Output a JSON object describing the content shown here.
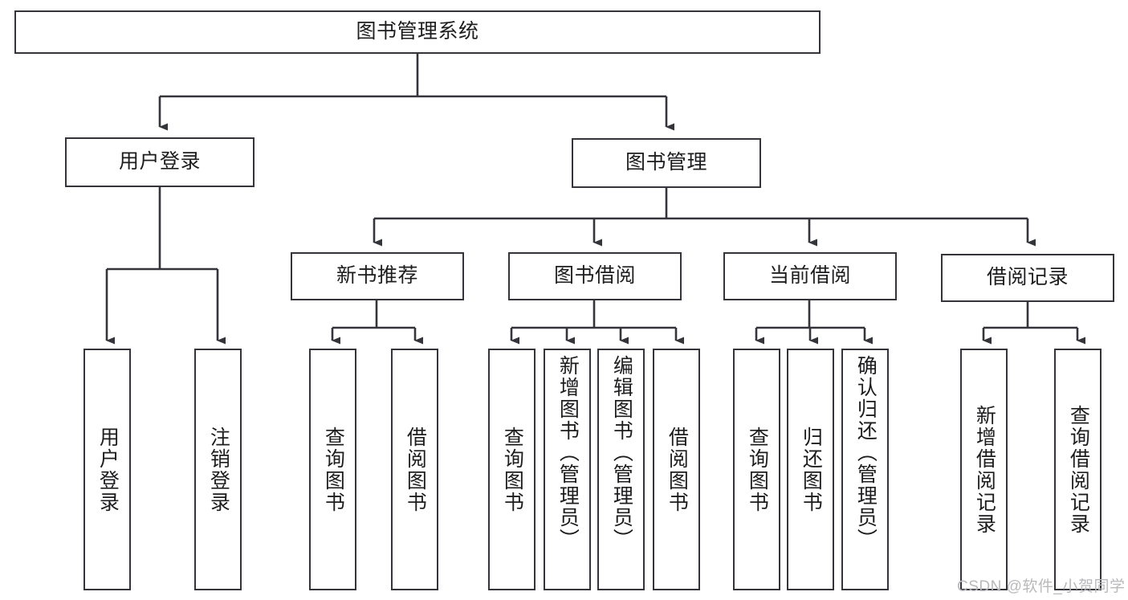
{
  "diagram": {
    "title": "图书管理系统",
    "type": "tree-hierarchy",
    "root": {
      "label": "图书管理系统"
    },
    "level2": [
      {
        "label": "用户登录"
      },
      {
        "label": "图书管理"
      }
    ],
    "level3": [
      {
        "label": "新书推荐"
      },
      {
        "label": "图书借阅"
      },
      {
        "label": "当前借阅"
      },
      {
        "label": "借阅记录"
      }
    ],
    "leaves": {
      "user_login": [
        {
          "label": "用户登录"
        },
        {
          "label": "注销登录"
        }
      ],
      "new_book_recommend": [
        {
          "label": "查询图书"
        },
        {
          "label": "借阅图书"
        }
      ],
      "book_borrow": [
        {
          "label": "查询图书"
        },
        {
          "label": "新增图书（管理员）"
        },
        {
          "label": "编辑图书（管理员）"
        },
        {
          "label": "借阅图书"
        }
      ],
      "current_borrow": [
        {
          "label": "查询图书"
        },
        {
          "label": "归还图书"
        },
        {
          "label": "确认归还（管理员）"
        }
      ],
      "borrow_record": [
        {
          "label": "新增借阅记录"
        },
        {
          "label": "查询借阅记录"
        }
      ]
    }
  },
  "watermark": {
    "text": "CSDN @软件_小贺同学"
  },
  "colors": {
    "stroke": "#33353a",
    "text": "#1d1d1f",
    "background": "#ffffff",
    "watermark": "#b9b9bc"
  }
}
